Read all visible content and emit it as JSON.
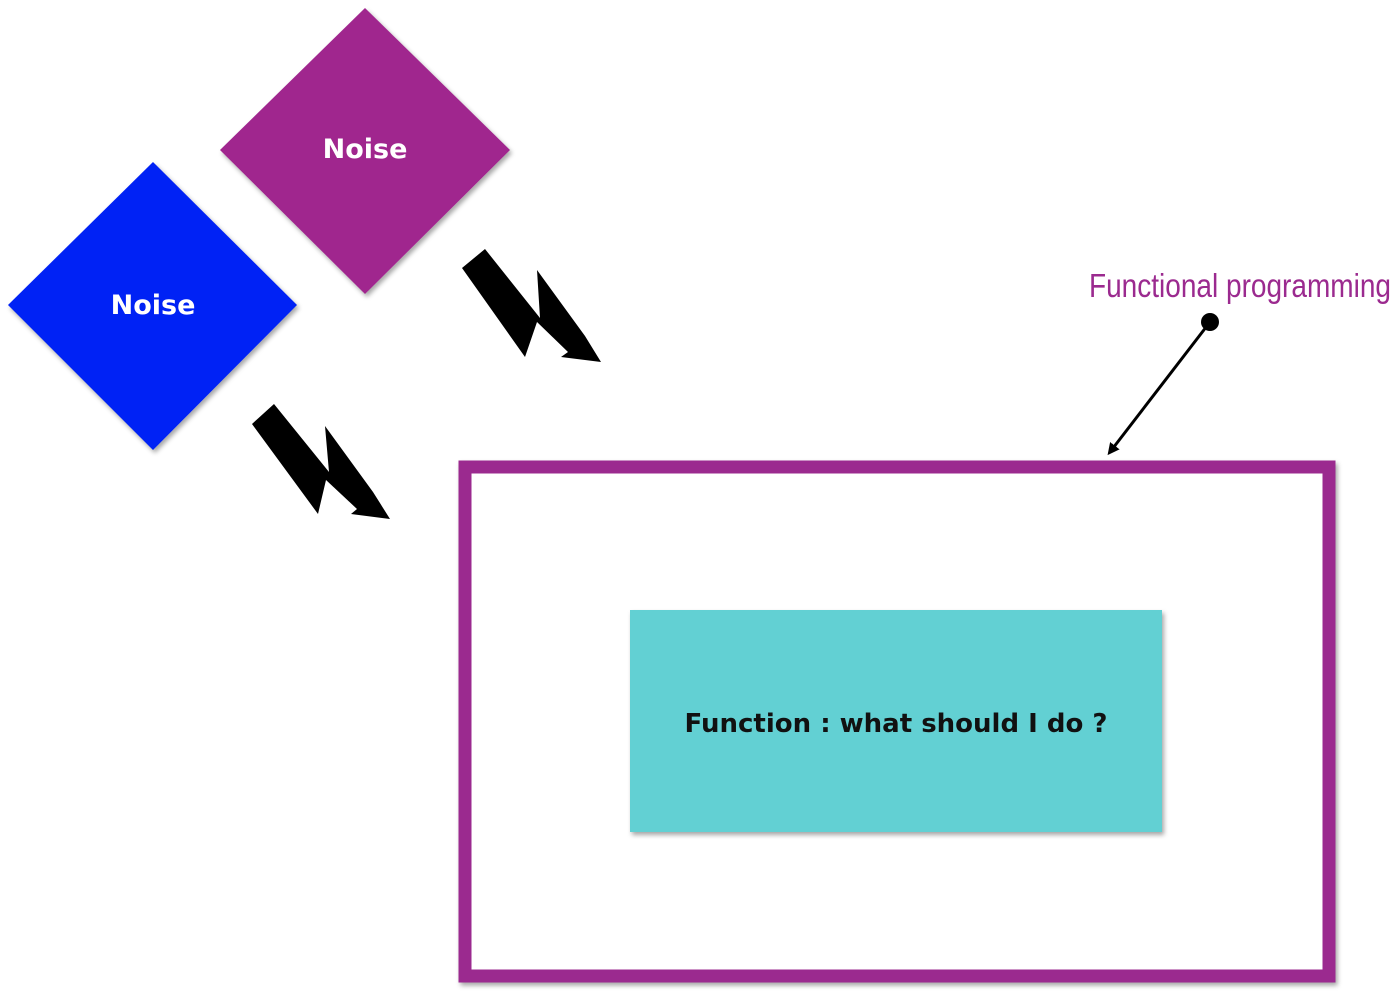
{
  "diagram": {
    "noise_top": {
      "label": "Noise",
      "color": "#a0288e"
    },
    "noise_left": {
      "label": "Noise",
      "color": "#0522f5"
    },
    "system_box": {
      "border_color": "#9b2a8f"
    },
    "function_box": {
      "label": "Function : what should I do ?",
      "color": "#62d0d3"
    },
    "annotation": {
      "label": "Functional programming",
      "color": "#9b2a8f"
    },
    "colors": {
      "bolt": "#000000",
      "pointer": "#000000",
      "text_dark": "#111111",
      "text_light": "#ffffff"
    },
    "icons": {
      "bolt": "lightning-bolt-arrow-icon",
      "pointer": "pointer-arrow-icon"
    }
  }
}
